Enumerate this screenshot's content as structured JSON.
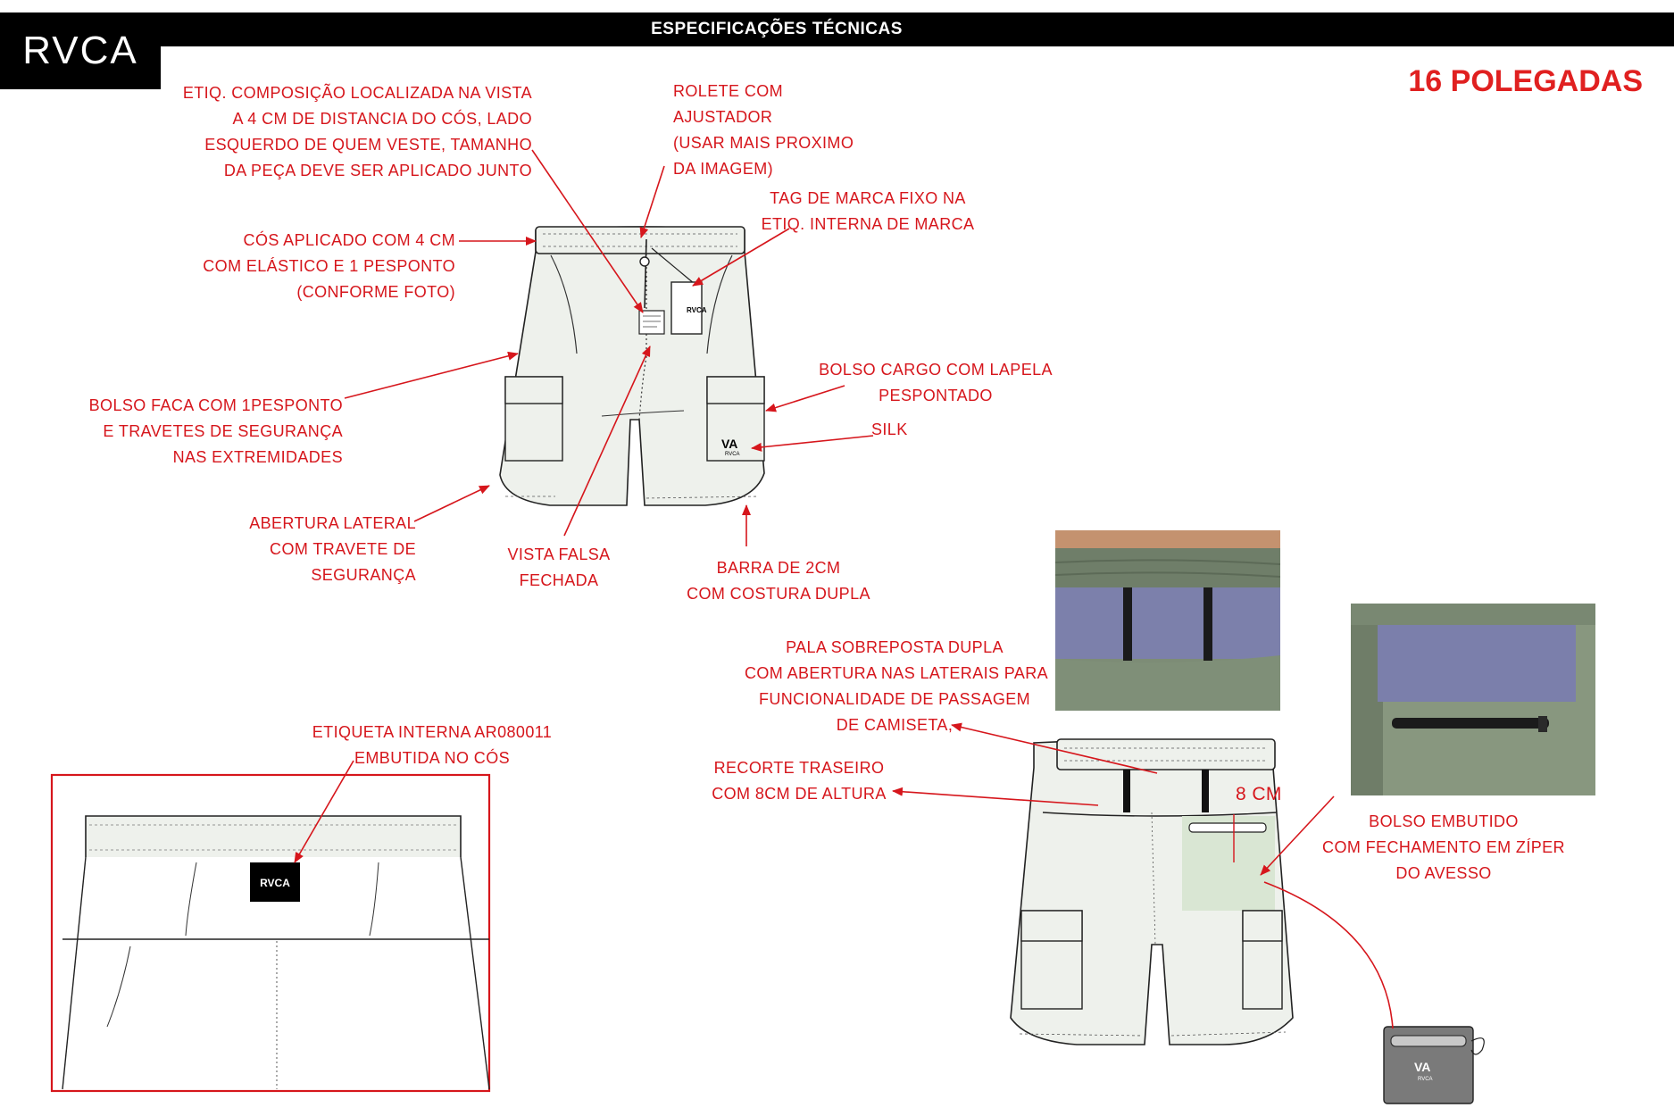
{
  "header": {
    "title": "ESPECIFICAÇÕES TÉCNICAS",
    "logo": "RVCA",
    "size_label": "16 POLEGADAS"
  },
  "annotations": {
    "etiq_composicao": [
      "ETIQ. COMPOSIÇÃO LOCALIZADA NA VISTA",
      "A 4 CM DE DISTANCIA DO CÓS, LADO",
      "ESQUERDO DE QUEM VESTE, TAMANHO",
      "DA PEÇA DEVE SER APLICADO JUNTO"
    ],
    "rolete": [
      "ROLETE COM",
      "AJUSTADOR",
      "(USAR MAIS PROXIMO",
      "DA IMAGEM)"
    ],
    "tag_marca": [
      "TAG DE MARCA FIXO NA",
      "ETIQ. INTERNA DE MARCA"
    ],
    "cos": [
      "CÓS APLICADO COM 4 CM",
      "COM ELÁSTICO E 1 PESPONTO",
      "(CONFORME FOTO)"
    ],
    "bolso_cargo": [
      "BOLSO CARGO COM LAPELA",
      "PESPONTADO"
    ],
    "silk": [
      "SILK"
    ],
    "bolso_faca": [
      "BOLSO FACA COM 1PESPONTO",
      "E TRAVETES DE SEGURANÇA",
      "NAS EXTREMIDADES"
    ],
    "abertura_lateral": [
      "ABERTURA LATERAL",
      "COM TRAVETE DE",
      "SEGURANÇA"
    ],
    "vista_falsa": [
      "VISTA FALSA",
      "FECHADA"
    ],
    "barra": [
      "BARRA DE 2CM",
      "COM COSTURA DUPLA"
    ],
    "pala": [
      "PALA SOBREPOSTA DUPLA",
      "COM ABERTURA NAS LATERAIS PARA",
      "FUNCIONALIDADE DE PASSAGEM",
      "DE CAMISETA,"
    ],
    "recorte": [
      "RECORTE TRASEIRO",
      "COM 8CM DE ALTURA"
    ],
    "medida_8cm": "8 CM",
    "bolso_embutido": [
      "BOLSO EMBUTIDO",
      "COM FECHAMENTO EM ZÍPER",
      "DO AVESSO"
    ],
    "etiqueta_interna": [
      "ETIQUETA INTERNA AR080011",
      "EMBUTIDA NO CÓS"
    ]
  },
  "marks": {
    "tag_logo": "RVCA",
    "silk_logo_top": "VA",
    "silk_logo_bottom": "RVCA",
    "inner_label": "RVCA",
    "pouch_logo_top": "VA",
    "pouch_logo_bottom": "RVCA"
  },
  "colors": {
    "annotation": "#d6161c",
    "header_bg": "#000000",
    "garment_fill": "#eef1ec",
    "pocket_fill": "#d9e6d3",
    "olive": "#7f8f78",
    "lavender": "#7f83ad"
  }
}
